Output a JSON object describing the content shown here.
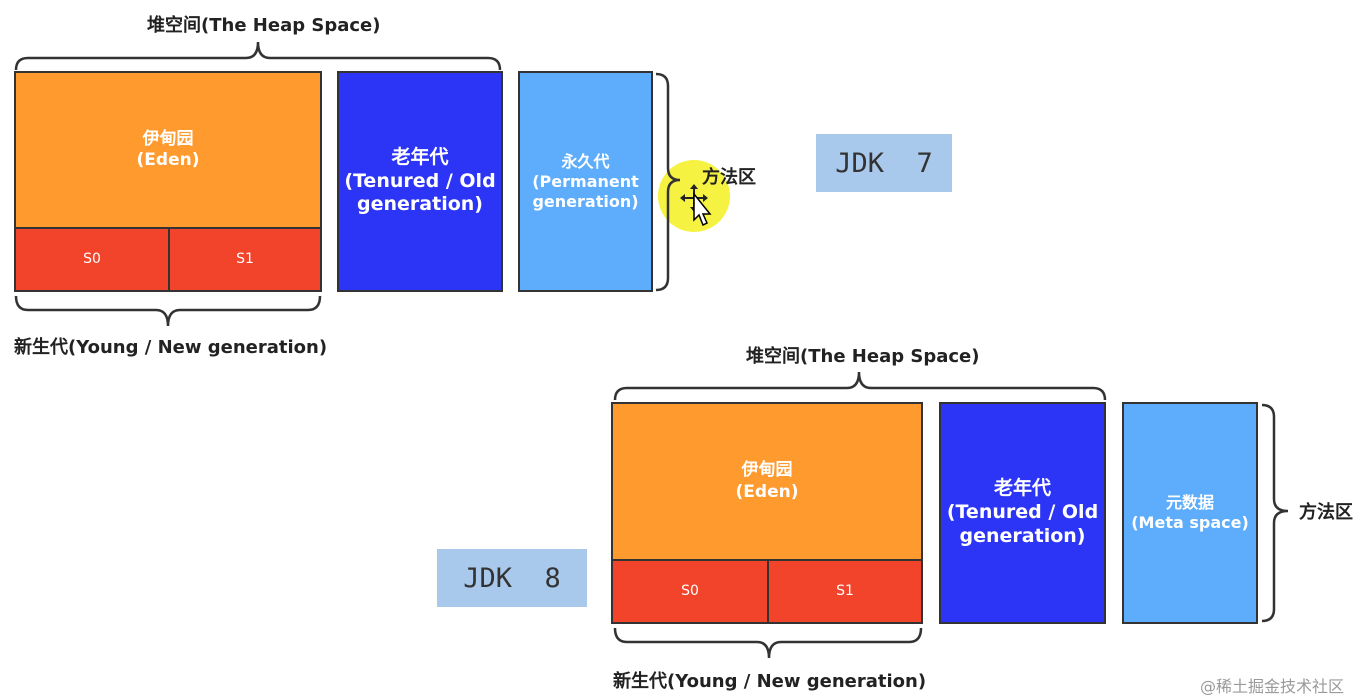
{
  "jdk7": {
    "heap_title": "堆空间(The Heap Space)",
    "eden": {
      "line1": "伊甸园",
      "line2": "(Eden)"
    },
    "s0": "S0",
    "s1": "S1",
    "young_label": "新生代(Young / New generation)",
    "old": {
      "line1": "老年代",
      "line2": "(Tenured / Old",
      "line3": "generation)"
    },
    "perm": {
      "line1": "永久代",
      "line2": "(Permanent",
      "line3": "generation)"
    },
    "method_area": "方法区",
    "version": "JDK  7"
  },
  "jdk8": {
    "heap_title": "堆空间(The Heap Space)",
    "eden": {
      "line1": "伊甸园",
      "line2": "(Eden)"
    },
    "s0": "S0",
    "s1": "S1",
    "young_label": "新生代(Young / New generation)",
    "old": {
      "line1": "老年代",
      "line2": "(Tenured / Old",
      "line3": "generation)"
    },
    "meta": {
      "line1": "元数据",
      "line2": "(Meta space)"
    },
    "method_area": "方法区",
    "version": "JDK  8"
  },
  "watermark": "@稀土掘金技术社区",
  "colors": {
    "eden": "#FF9A2E",
    "survivor": "#F2432B",
    "old": "#2C35F5",
    "perm": "#5DADFC",
    "jdk_label": "#A9C9EC",
    "cursor_highlight": "#F4F12C"
  },
  "icons": {
    "cursor": "move-cursor-icon"
  }
}
